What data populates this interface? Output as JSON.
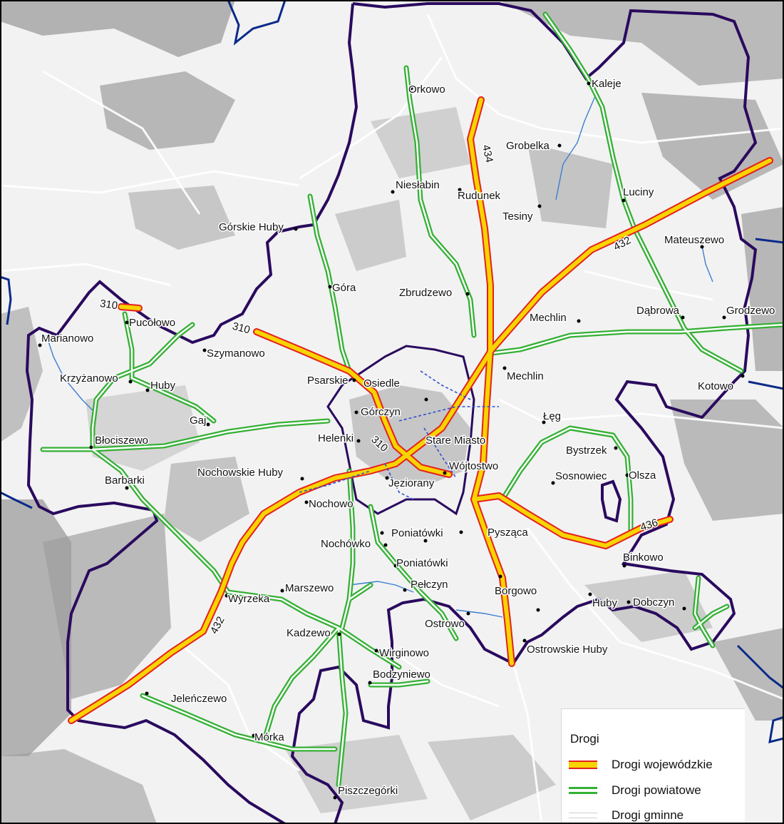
{
  "legend": {
    "title": "Drogi",
    "items": [
      {
        "label": "Drogi wojewódzkie",
        "style": "woj"
      },
      {
        "label": "Drogi powiatowe",
        "style": "pow"
      },
      {
        "label": "Drogi gminne",
        "style": "gmi"
      }
    ]
  },
  "colors": {
    "wojewodzkie_fill": "#f7d400",
    "wojewodzkie_edge": "#e52020",
    "powiatowe_edge": "#35b035",
    "gminne": "#cfcfcf",
    "commune_boundary": "#2a0a5e",
    "county_boundary": "#0a2a8a",
    "forest": "#8e8e8e",
    "background": "#f2f2f2"
  },
  "road_numbers": [
    "310",
    "310",
    "310",
    "434",
    "432",
    "432",
    "436"
  ],
  "places": [
    "Orkowo",
    "Kaleje",
    "Grobelka",
    "Niesłabin",
    "Rudunek",
    "Tesiny",
    "Luciny",
    "Górskie Huby",
    "Mateuszewo",
    "Góra",
    "Zbrudzewo",
    "Dąbrowa",
    "Grodzewo",
    "Mechlin",
    "Marianowo",
    "Pucołowo",
    "Szymanowo",
    "Mechlin",
    "Krzyżanowo",
    "Psarskie",
    "Osiedle",
    "Huby",
    "Kotowo",
    "Górczyn",
    "Łęg",
    "Gaj",
    "Helenki",
    "Stare Miasto",
    "Błociszewo",
    "Bystrzek",
    "Wójtostwo",
    "Olsza",
    "Nochowskie Huby",
    "Sosnowiec",
    "Barbarki",
    "Jeziorany",
    "Nochowo",
    "Poniatówki",
    "Pysząca",
    "Nochówko",
    "Binkowo",
    "Poniatówki",
    "Marszewo",
    "Pełczyn",
    "Borgowo",
    "Wyrzeka",
    "Huby",
    "Dobczyn",
    "Ostrowo",
    "Kadzewo",
    "Ostrowskie Huby",
    "Wirginowo",
    "Bodzyniewo",
    "Jeleńczewo",
    "Mórka",
    "Piszczegórki"
  ]
}
